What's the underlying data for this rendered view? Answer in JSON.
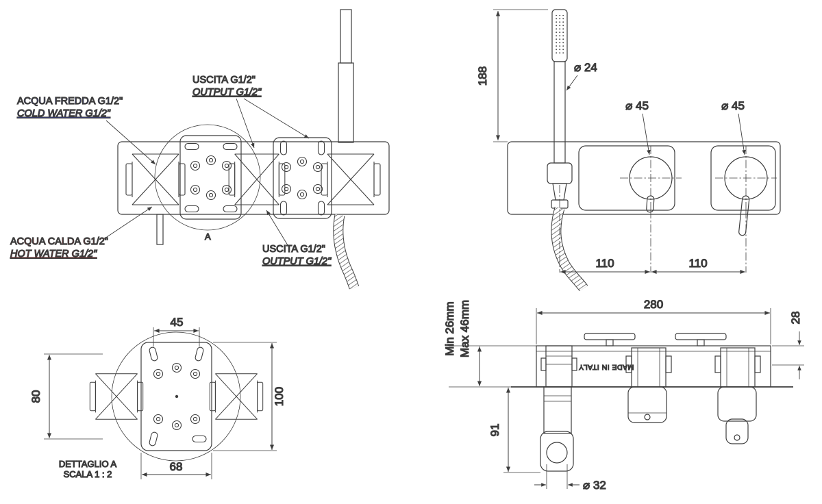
{
  "drawing": {
    "background": "#ffffff",
    "line_color": "#3d3d3d",
    "cold_color": "#2233ee",
    "hot_color": "#ee1111"
  },
  "rear_view": {
    "cold_label_it": "ACQUA FREDDA G1/2\"",
    "cold_label_en": "COLD WATER G1/2\"",
    "hot_label_it": "ACQUA CALDA G1/2\"",
    "hot_label_en": "HOT WATER G1/2\"",
    "output_top_it": "USCITA G1/2\"",
    "output_top_en": "OUTPUT G1/2\"",
    "output_bottom_it": "USCITA G1/2\"",
    "output_bottom_en": "OUTPUT G1/2\"",
    "detail_marker": "A"
  },
  "front_view": {
    "dim_height": "188",
    "dim_handshower_dia": "⌀ 24",
    "dim_knob_dia_left": "⌀ 45",
    "dim_knob_dia_right": "⌀ 45",
    "dim_spacing_left": "110",
    "dim_spacing_right": "110"
  },
  "detail_view": {
    "dim_top_width": "45",
    "dim_left_height": "80",
    "dim_right_height": "100",
    "dim_bottom_width": "68",
    "caption_line1": "DETTAGLIO A",
    "caption_line2": "SCALA 1 : 2"
  },
  "top_view": {
    "dim_depth_min": "Min 26mm",
    "dim_depth_max": "Max 46mm",
    "dim_body_width": "280",
    "dim_plate_depth": "28",
    "dim_drop": "91",
    "dim_holder_dia": "⌀ 32",
    "body_marking": "MADE IN ITALY"
  }
}
